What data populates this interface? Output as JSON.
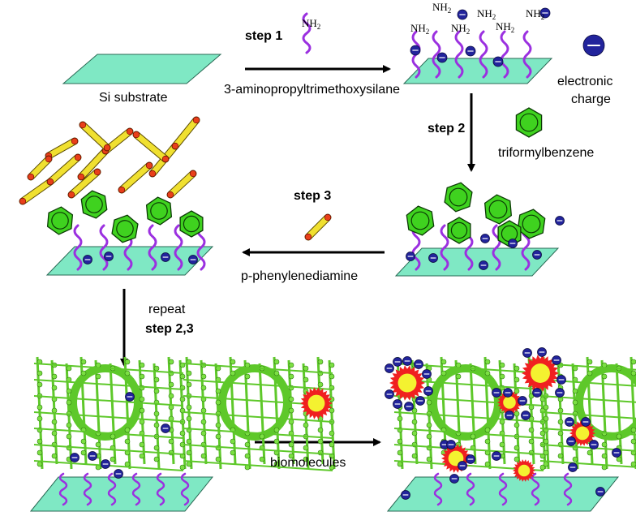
{
  "labels": {
    "step1": "step 1",
    "step2": "step 2",
    "step3": "step 3",
    "repeat": "repeat",
    "step23": "step 2,3",
    "si_substrate": "Si substrate",
    "aptms": "3-aminopropyltrimethoxysilane",
    "electronic": "electronic",
    "charge": "charge",
    "triformylbenzene": "triformylbenzene",
    "ppd": "p-phenylenediamine",
    "biomolecules": "biomolecules",
    "amine_main": "NH",
    "amine_sub": "2"
  },
  "colors": {
    "substrate": "#7fe8c4",
    "chain": "#9b30e0",
    "hexagon": "#3fd21f",
    "charge": "#22249c",
    "linker": "#f0e030",
    "linker_end": "#e8401a",
    "biomolecule": "#f02020",
    "biomolecule_core": "#f4f230",
    "framework": "#5ec82a"
  }
}
